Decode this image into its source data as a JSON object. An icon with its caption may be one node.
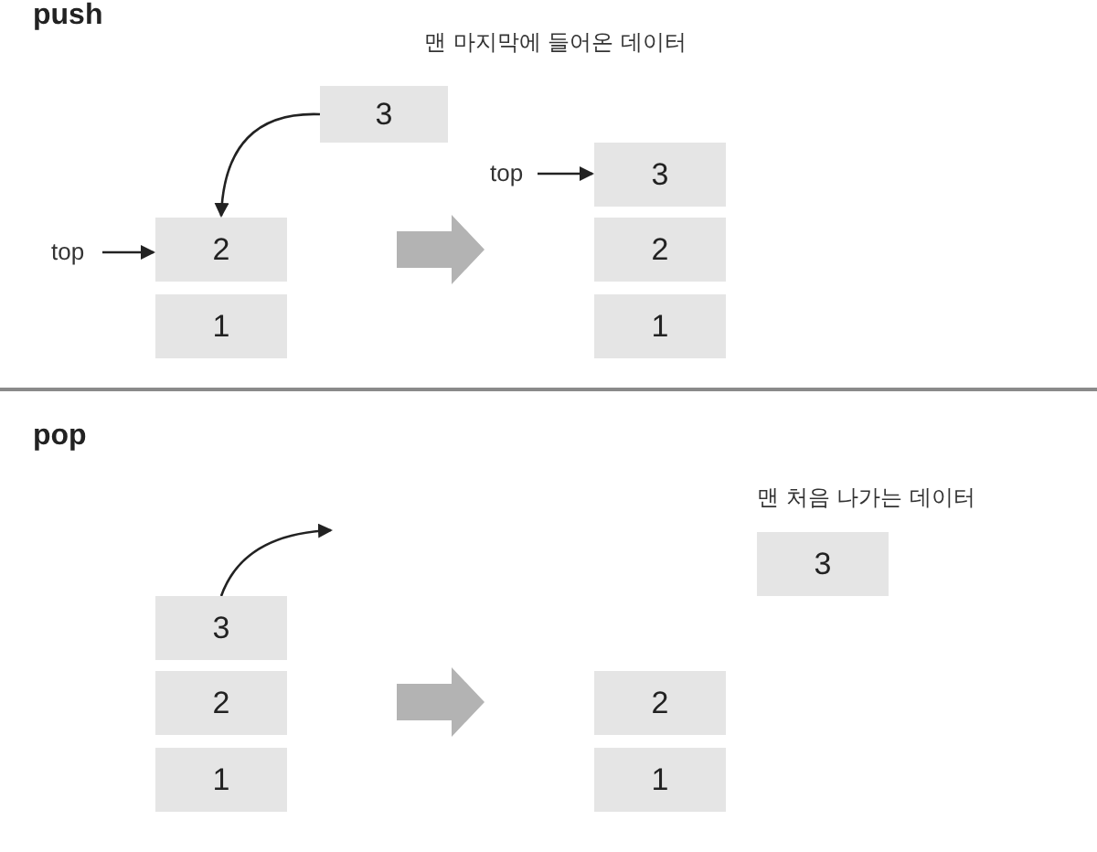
{
  "diagram": {
    "nodes": [
      {
        "text": [
          "3"
        ],
        "beside": [
          "맨 마지막에 들어온 데이터"
        ]
      },
      {
        "text": [
          "top"
        ]
      },
      {
        "text": [
          "2"
        ]
      },
      {
        "text": [
          "1"
        ]
      },
      {
        "text": [
          "top"
        ]
      },
      {
        "text": [
          "3"
        ]
      },
      {
        "text": [
          "2"
        ]
      },
      {
        "text": [
          "1"
        ]
      },
      {
        "text": [
          "3"
        ]
      },
      {
        "text": [
          "2"
        ]
      },
      {
        "text": [
          "1"
        ]
      },
      {
        "text": [
          "3"
        ],
        "beside": [
          "맨 처음 나가는 데이터"
        ]
      },
      {
        "text": [
          "2"
        ]
      },
      {
        "text": [
          "1"
        ]
      }
    ],
    "edges": [
      {
        "from": 0,
        "to": 2,
        "arrow": "to"
      },
      {
        "from": 1,
        "to": 2,
        "arrow": "to"
      },
      {
        "from": 4,
        "to": 5,
        "arrow": "to"
      },
      {
        "from": 8,
        "to": null,
        "arrow": "to"
      }
    ],
    "labels": [
      "push",
      "pop"
    ]
  }
}
